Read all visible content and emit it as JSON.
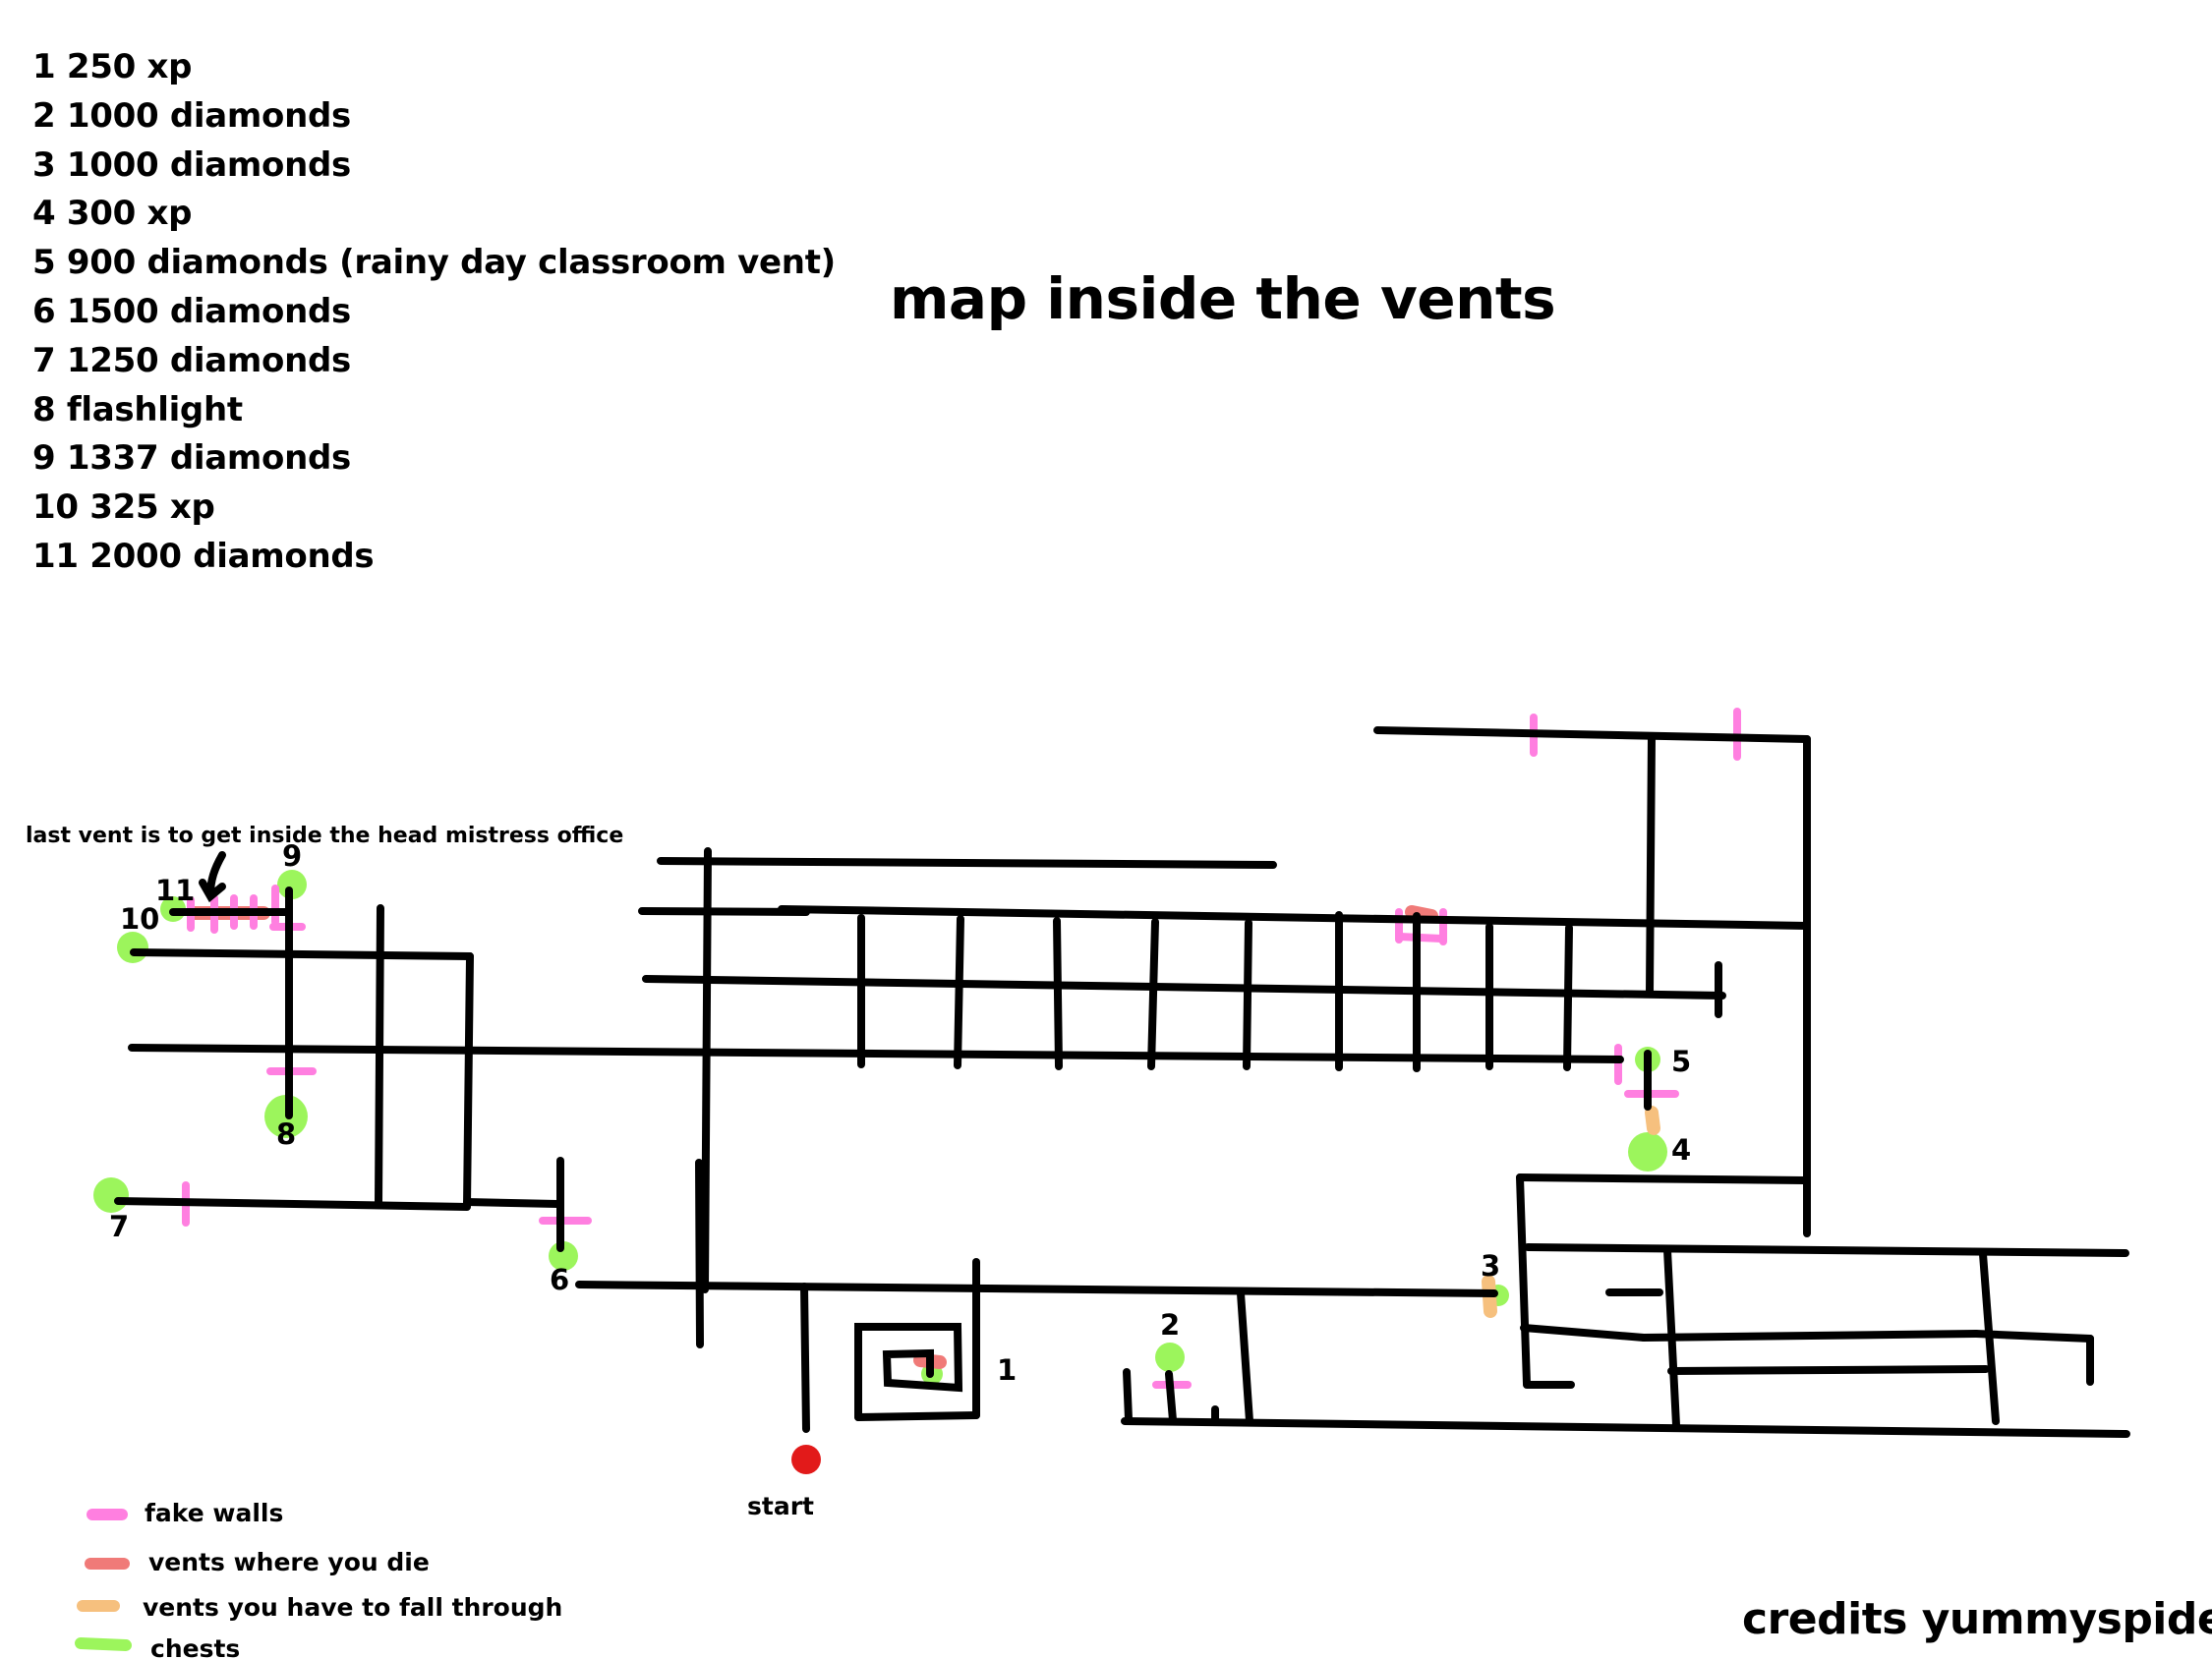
{
  "title": "map inside the vents",
  "credits": "credits yummyspider",
  "rewards": [
    "1 250 xp",
    "2 1000 diamonds",
    "3 1000 diamonds",
    "4 300 xp",
    "5 900 diamonds (rainy day classroom vent)",
    "6 1500 diamonds",
    "7 1250 diamonds",
    "8 flashlight",
    "9 1337 diamonds",
    "10 325 xp",
    "11 2000 diamonds"
  ],
  "map": {
    "note": "last vent is to get inside the head mistress office",
    "start_label": "start",
    "chest_numbers": [
      "1",
      "2",
      "3",
      "4",
      "5",
      "6",
      "7",
      "8",
      "9",
      "10",
      "11"
    ]
  },
  "legend": [
    {
      "label": "fake walls",
      "color": "#ff7fe0"
    },
    {
      "label": "vents where you die",
      "color": "#f07a78"
    },
    {
      "label": "vents you have to fall through",
      "color": "#f6c07e"
    },
    {
      "label": "chests",
      "color": "#9cf55c"
    }
  ],
  "colors": {
    "vent_line": "#000000",
    "start_marker": "#e21a1a"
  }
}
